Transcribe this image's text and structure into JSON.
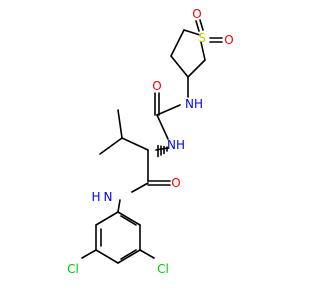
{
  "colors": {
    "bond": "#000000",
    "O": "#ff0000",
    "N": "#0000ff",
    "S": "#cccc00",
    "Cl": "#00cc00"
  },
  "atoms": {
    "S": "S",
    "O_s1": "O",
    "O_s2": "O",
    "N_urea_top": "NH",
    "O_urea": "O",
    "N_urea_mid": "NH",
    "O_amide": "O",
    "N_amide": "N",
    "H_amide": "H",
    "Cl_left": "Cl",
    "Cl_right": "Cl"
  }
}
